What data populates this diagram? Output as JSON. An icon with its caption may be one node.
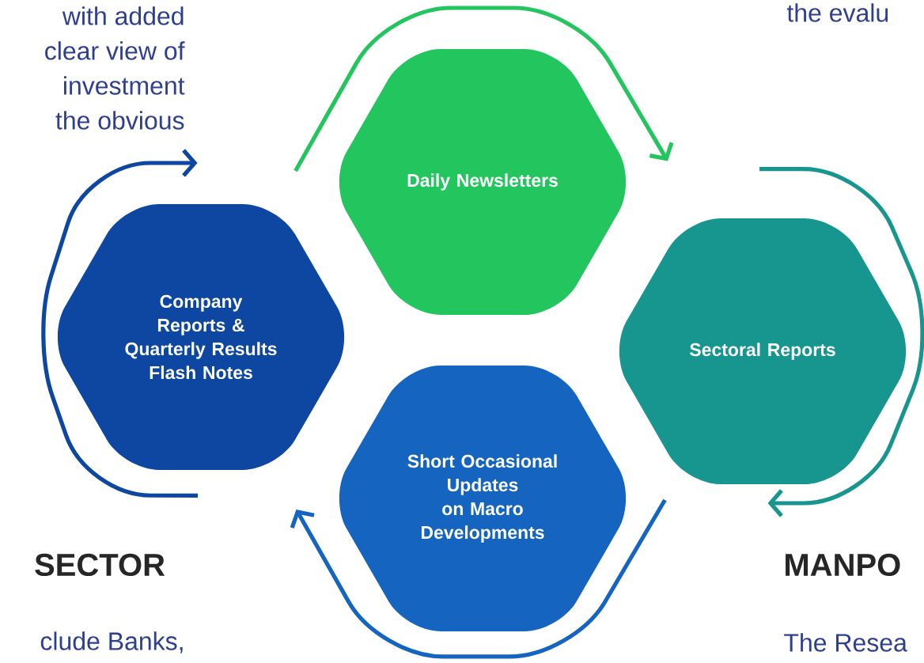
{
  "diagram": {
    "nodes": [
      {
        "text": [
          "Company Reports & Quarterly Results Flash Notes"
        ]
      },
      {
        "text": [
          "Daily Newsletters"
        ]
      },
      {
        "text": [
          "Sectoral Reports"
        ]
      },
      {
        "text": [
          "Short Occasional Updates on Macro Developments"
        ]
      }
    ],
    "labels": [
      "with added",
      "clear view of",
      "investment",
      "the obvious",
      "the evalu",
      "SECTOR",
      "MANPO",
      "clude Banks,",
      "The Resea"
    ]
  }
}
